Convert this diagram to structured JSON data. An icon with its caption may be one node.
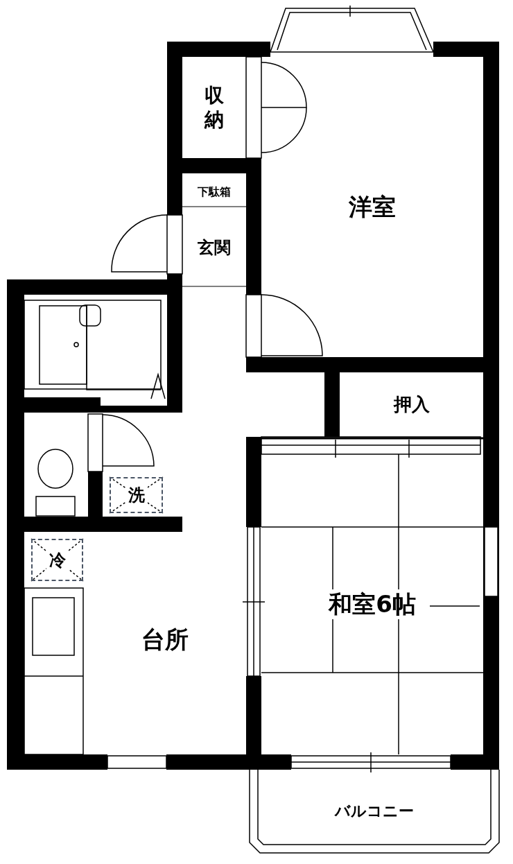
{
  "diagram": {
    "nodes": [
      {
        "text": [
          "収納"
        ]
      },
      {
        "text": [
          "下駄箱"
        ]
      },
      {
        "text": [
          "玄関"
        ]
      },
      {
        "text": [
          "洋室"
        ]
      },
      {
        "text": [
          "押入"
        ]
      },
      {
        "text": [
          "洗"
        ]
      },
      {
        "text": [
          "冷"
        ]
      },
      {
        "text": [
          "台所"
        ]
      },
      {
        "text": [
          "和室6帖"
        ]
      },
      {
        "text": [
          "バルコニー"
        ]
      }
    ]
  }
}
